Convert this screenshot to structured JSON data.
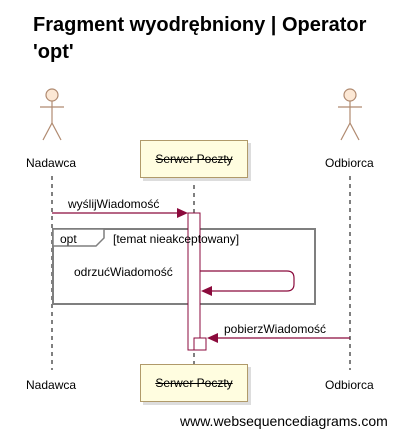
{
  "title": "Fragment wyodrębniony | Operator 'opt'",
  "participants": {
    "sender": "Nadawca",
    "server": "Serwer Poczty",
    "receiver": "Odbiorca"
  },
  "messages": {
    "send": "wyślijWiadomość",
    "reject": "odrzućWiadomość",
    "fetch": "pobierzWiadomość"
  },
  "fragment": {
    "operator": "opt",
    "guard": "[temat nieakceptowany]"
  },
  "footer": "www.websequencediagrams.com",
  "colors": {
    "arrow": "#8b0a3c",
    "frame": "#7f7f7f",
    "box_fill": "#fffde0",
    "box_border": "#b09a6a"
  },
  "icons": [
    "stick-figure-icon"
  ]
}
